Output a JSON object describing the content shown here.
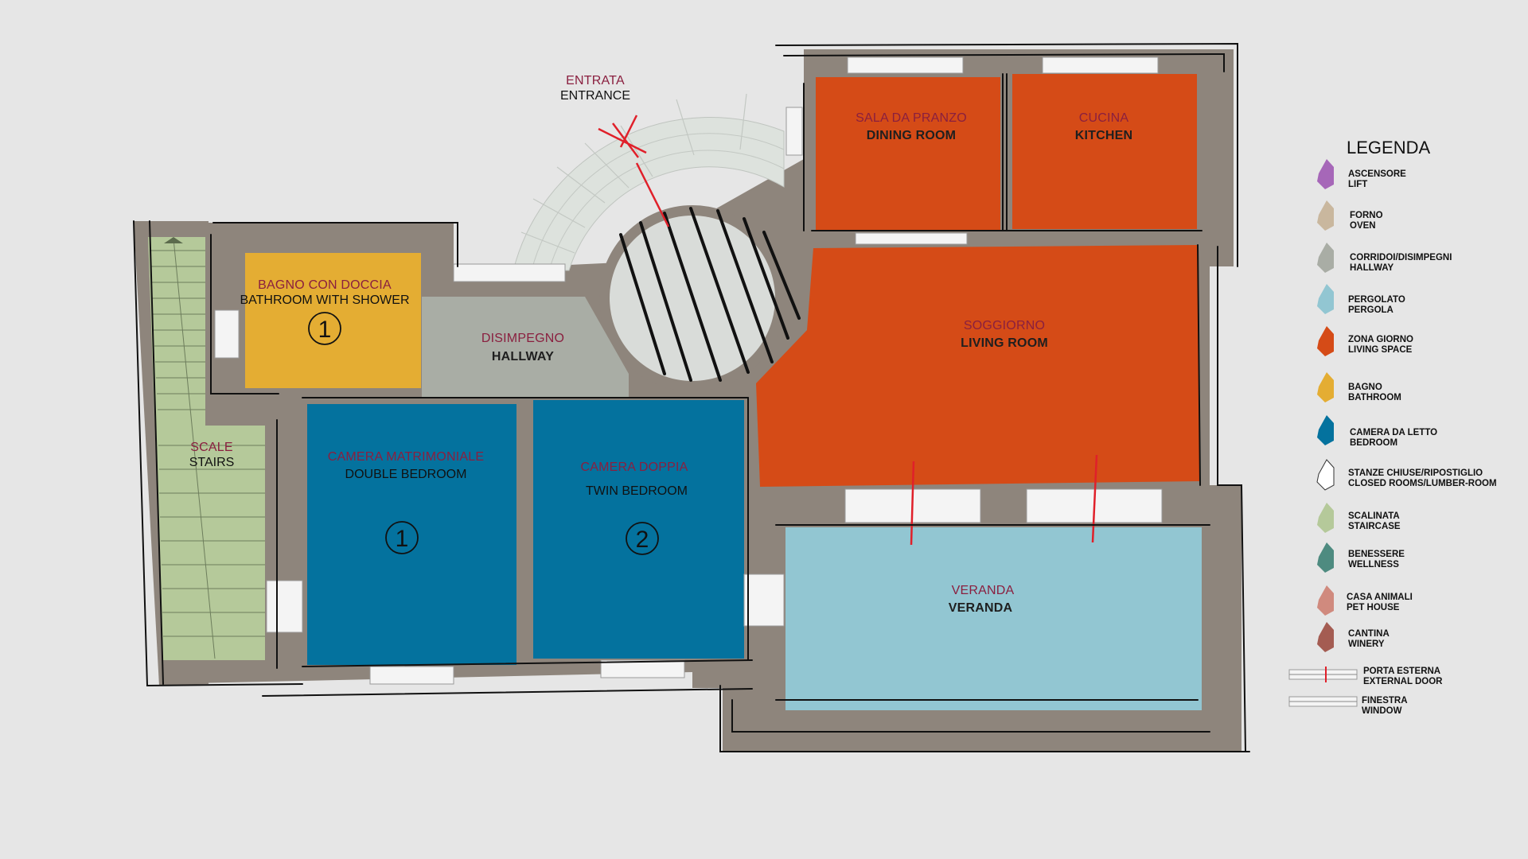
{
  "entrance": {
    "label_it": "ENTRATA",
    "label_en": "ENTRANCE"
  },
  "rooms": {
    "dining": {
      "label_it": "SALA DA PRANZO",
      "label_en": "DINING ROOM",
      "color": "#d54b17"
    },
    "kitchen": {
      "label_it": "CUCINA",
      "label_en": "KITCHEN",
      "color": "#d54b17"
    },
    "living": {
      "label_it": "SOGGIORNO",
      "label_en": "LIVING ROOM",
      "color": "#d54b17"
    },
    "bathroom": {
      "label_it": "BAGNO CON DOCCIA",
      "label_en": "BATHROOM WITH SHOWER",
      "number": "1",
      "color": "#e4ad33"
    },
    "hallway": {
      "label_it": "DISIMPEGNO",
      "label_en": "HALLWAY",
      "color": "#a9ada5"
    },
    "double_bedroom": {
      "label_it": "CAMERA MATRIMONIALE",
      "label_en": "DOUBLE BEDROOM",
      "number": "1",
      "color": "#04729e"
    },
    "twin_bedroom": {
      "label_it": "CAMERA DOPPIA",
      "label_en": "TWIN BEDROOM",
      "number": "2",
      "color": "#04729e"
    },
    "veranda": {
      "label_it": "VERANDA",
      "label_en": "VERANDA",
      "color": "#92c6d2"
    },
    "stairs": {
      "label_it": "SCALE",
      "label_en": "STAIRS",
      "color": "#b5c99a"
    }
  },
  "legend": {
    "title": "LEGENDA",
    "items": [
      {
        "it": "ASCENSORE",
        "en": "LIFT",
        "color": "#a667b8"
      },
      {
        "it": "FORNO",
        "en": "OVEN",
        "color": "#c9b79e"
      },
      {
        "it": "CORRIDOI/DISIMPEGNI",
        "en": "HALLWAY",
        "color": "#a9ada5"
      },
      {
        "it": "PERGOLATO",
        "en": "PERGOLA",
        "color": "#92c6d2"
      },
      {
        "it": "ZONA GIORNO",
        "en": "LIVING SPACE",
        "color": "#d54b17"
      },
      {
        "it": "BAGNO",
        "en": "BATHROOM",
        "color": "#e4ad33"
      },
      {
        "it": "CAMERA DA LETTO",
        "en": "BEDROOM",
        "color": "#04729e"
      },
      {
        "it": "STANZE CHIUSE/RIPOSTIGLIO",
        "en": "CLOSED ROOMS/LUMBER-ROOM",
        "color": "#ffffff"
      },
      {
        "it": "SCALINATA",
        "en": "STAIRCASE",
        "color": "#b5c99a"
      },
      {
        "it": "BENESSERE",
        "en": "WELLNESS",
        "color": "#4e8b80"
      },
      {
        "it": "CASA ANIMALI",
        "en": "PET HOUSE",
        "color": "#d08a7e"
      },
      {
        "it": "CANTINA",
        "en": "WINERY",
        "color": "#a45c52"
      }
    ],
    "door": {
      "it": "PORTA ESTERNA",
      "en": "EXTERNAL DOOR"
    },
    "window": {
      "it": "FINESTRA",
      "en": "WINDOW"
    }
  },
  "colors": {
    "wall": "#8e857c",
    "background": "#e6e6e6",
    "door_mark": "#e0202a"
  }
}
